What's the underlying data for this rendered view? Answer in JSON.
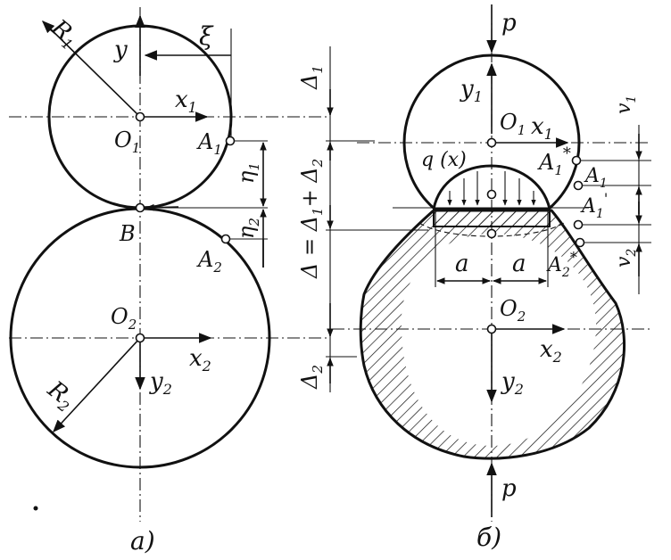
{
  "figure": {
    "caption_a": "а)",
    "caption_b": "б)"
  },
  "labels_a": {
    "R1": "R",
    "R1_sub": "1",
    "y": "y",
    "xi": "ξ",
    "x1": "x",
    "x1_sub": "1",
    "O1": "O",
    "O1_sub": "1",
    "A1": "A",
    "A1_sub": "1",
    "eta1": "η",
    "eta1_sub": "1",
    "B": "B",
    "eta2": "η",
    "eta2_sub": "2",
    "A2": "A",
    "A2_sub": "2",
    "O2": "O",
    "O2_sub": "2",
    "x2": "x",
    "x2_sub": "2",
    "y2": "y",
    "y2_sub": "2",
    "R2": "R",
    "R2_sub": "2"
  },
  "labels_mid": {
    "delta1": "Δ",
    "delta1_sub": "1",
    "delta_total": "Δ = Δ",
    "delta_total_mid": "1",
    "delta_total_plus": "+ Δ",
    "delta_total_end": "2",
    "delta2": "Δ",
    "delta2_sub": "2"
  },
  "labels_b": {
    "p_top": "p",
    "y1": "y",
    "y1_sub": "1",
    "O1": "O",
    "O1_sub": "1",
    "x1": "x",
    "x1_sub": "1",
    "A1star": "A",
    "A1star_sub": "1",
    "A1star_sup": "*",
    "qx": "q (x)",
    "A1p": "A",
    "A1p_sub": "1",
    "A1pp": "A",
    "A1pp_sub": "1",
    "A1pp_sup": "'",
    "v1": "v",
    "v1_sub": "1",
    "v2": "v",
    "v2_sub": "2",
    "a_left": "a",
    "a_right": "a",
    "A2star": "A",
    "A2star_sub": "2",
    "A2star_sup": "*",
    "O2": "O",
    "O2_sub": "2",
    "x2": "x",
    "x2_sub": "2",
    "y2": "y",
    "y2_sub": "2",
    "p_bottom": "p"
  }
}
